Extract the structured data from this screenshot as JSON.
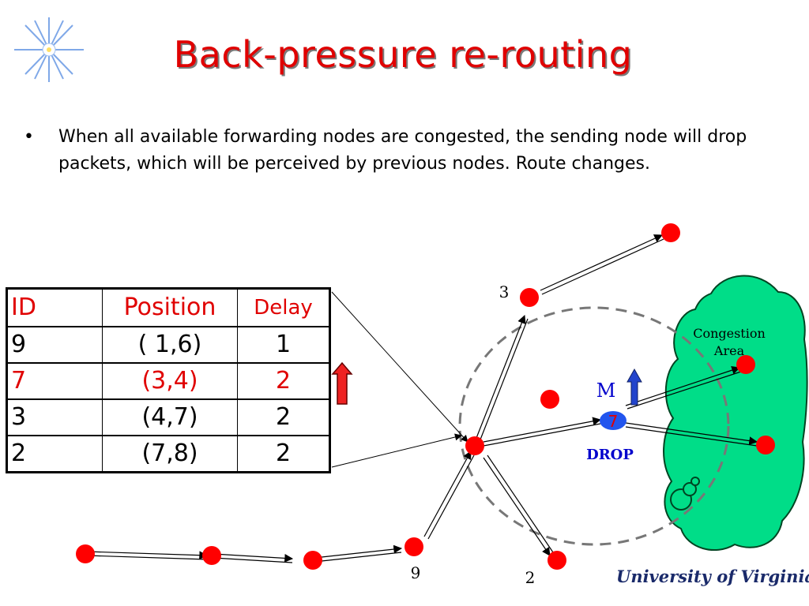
{
  "slide": {
    "title": "Back-pressure re-routing",
    "bullet": "When all available forwarding nodes are congested, the sending node will drop packets, which will be perceived by previous nodes. Route changes.",
    "bullet_marker": "•"
  },
  "table": {
    "headers": [
      "ID",
      "Position",
      "Delay"
    ],
    "rows": [
      {
        "id": "9",
        "position": "( 1,6)",
        "delay": "1"
      },
      {
        "id": "7",
        "position": "(3,4)",
        "delay": "2"
      },
      {
        "id": "3",
        "position": "(4,7)",
        "delay": "2"
      },
      {
        "id": "2",
        "position": "(7,8)",
        "delay": "2"
      }
    ]
  },
  "diagram": {
    "node_label_3": "3",
    "node_label_9": "9",
    "node_label_2": "2",
    "congestion_label_line1": "Congestion",
    "congestion_label_line2": "Area",
    "m_label": "M",
    "seven_label": "7",
    "drop_label": "DROP"
  },
  "footer": {
    "logo_text": "University of Virginia"
  },
  "colors": {
    "title": "#e00000",
    "node": "#ff0000",
    "cloud": "#00dd88",
    "drop_text": "#0000cc",
    "arrow_up": "#2244cc",
    "highlight_row": "#e00000"
  }
}
